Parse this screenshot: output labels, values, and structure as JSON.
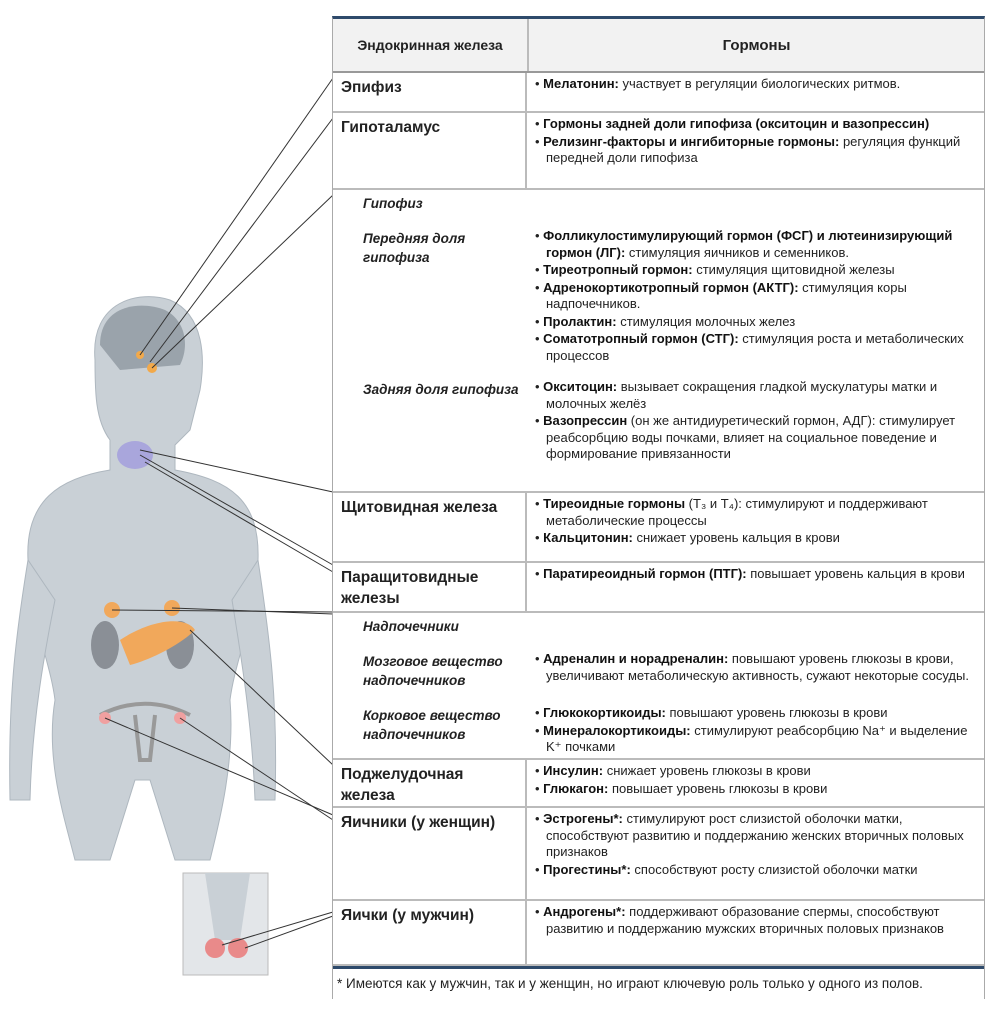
{
  "header": {
    "col1": "Эндокринная железа",
    "col2": "Гормоны"
  },
  "rows": [
    {
      "gland": "Эпифиз",
      "h": 40,
      "sections": [
        {
          "items": [
            {
              "b": "Мелатонин:",
              "t": " участвует в регуляции биологических ритмов."
            }
          ]
        }
      ]
    },
    {
      "gland": "Гипоталамус",
      "h": 77,
      "sections": [
        {
          "items": [
            {
              "b": "Гормоны задней доли гипофиза (окситоцин и вазопрессин)",
              "t": ""
            },
            {
              "b": "Релизинг-факторы и ингибиторные гормоны:",
              "t": " регуляция функций передней доли гипофиза"
            }
          ]
        }
      ]
    },
    {
      "gland": "Гипофиз",
      "h": 303,
      "header_line": true,
      "sections": [
        {
          "sub": "Передняя доля гипофиза",
          "items": [
            {
              "b": "Фолликулостимулирующий гормон (ФСГ) и лютеинизирующий гормон (ЛГ):",
              "t": " стимуляция яичников и семенников."
            },
            {
              "b": "Тиреотропный гормон:",
              "t": " стимуляция щитовидной железы"
            },
            {
              "b": "Адренокортикотропный гормон (АКТГ):",
              "t": " стимуляция коры надпочечников."
            },
            {
              "b": "Пролактин:",
              "t": " стимуляция молочных желез"
            },
            {
              "b": "Соматотропный гормон (СТГ):",
              "t": " стимуляция роста и метаболических процессов"
            }
          ]
        },
        {
          "sub": "Задняя доля гипофиза",
          "items": [
            {
              "b": "Окситоцин:",
              "t": " вызывает сокращения гладкой мускулатуры матки и молочных желёз"
            },
            {
              "b": "Вазопрессин",
              "t": " (он же антидиуретический гормон, АДГ): стимулирует реабсорбцию воды почками, влияет на социальное поведение и формирование привязанности"
            }
          ]
        }
      ]
    },
    {
      "gland": "Щитовидная железа",
      "h": 70,
      "sections": [
        {
          "items": [
            {
              "b": "Тиреоидные гормоны",
              "t": " (T₃ и T₄): стимулируют и поддерживают метаболические процессы"
            },
            {
              "b": "Кальцитонин:",
              "t": " снижает уровень кальция в крови"
            }
          ]
        }
      ]
    },
    {
      "gland": "Паращитовидные железы",
      "h": 50,
      "sections": [
        {
          "items": [
            {
              "b": "Паратиреоидный гормон (ПТГ):",
              "t": " повышает уровень кальция в крови"
            }
          ]
        }
      ]
    },
    {
      "gland": "Надпочечники",
      "h": 147,
      "header_line": true,
      "sections": [
        {
          "sub": "Мозговое вещество надпочечников",
          "items": [
            {
              "b": "Адреналин и норадреналин:",
              "t": "  повышают уровень глюкозы в крови, увеличивают метаболическую активность, сужают некоторые сосуды."
            }
          ]
        },
        {
          "sub": "Корковое вещество надпочечников",
          "items": [
            {
              "b": "Глюкокортикоиды:",
              "t": " повышают уровень глюкозы в крови"
            },
            {
              "b": "Минералокортикоиды:",
              "t": " стимулируют реабсорбцию Na⁺ и выделение K⁺ почками"
            }
          ]
        }
      ]
    },
    {
      "gland": "Поджелудочная железа",
      "h": 48,
      "sections": [
        {
          "items": [
            {
              "b": "Инсулин:",
              "t": " снижает уровень глюкозы в крови"
            },
            {
              "b": "Глюкагон:",
              "t": " повышает уровень глюкозы в крови"
            }
          ]
        }
      ]
    },
    {
      "gland": "Яичники (у женщин)",
      "h": 93,
      "sections": [
        {
          "items": [
            {
              "b": "Эстрогены*:",
              "t": " стимулируют рост слизистой оболочки матки, способствуют развитию и поддержанию женских вторичных половых признаков"
            },
            {
              "b": "Прогестины*:",
              "t": " способствуют росту слизистой оболочки матки"
            }
          ]
        }
      ]
    },
    {
      "gland": "Яички (у мужчин)",
      "h": 65,
      "sections": [
        {
          "items": [
            {
              "b": "Андрогены*:",
              "t": " поддерживают образование спермы, способствуют развитию и поддержанию мужских вторичных половых признаков"
            }
          ]
        }
      ]
    }
  ],
  "footnote": "* Имеются как у мужчин, так и у женщин, но играют ключевую роль только у одного из полов."
}
